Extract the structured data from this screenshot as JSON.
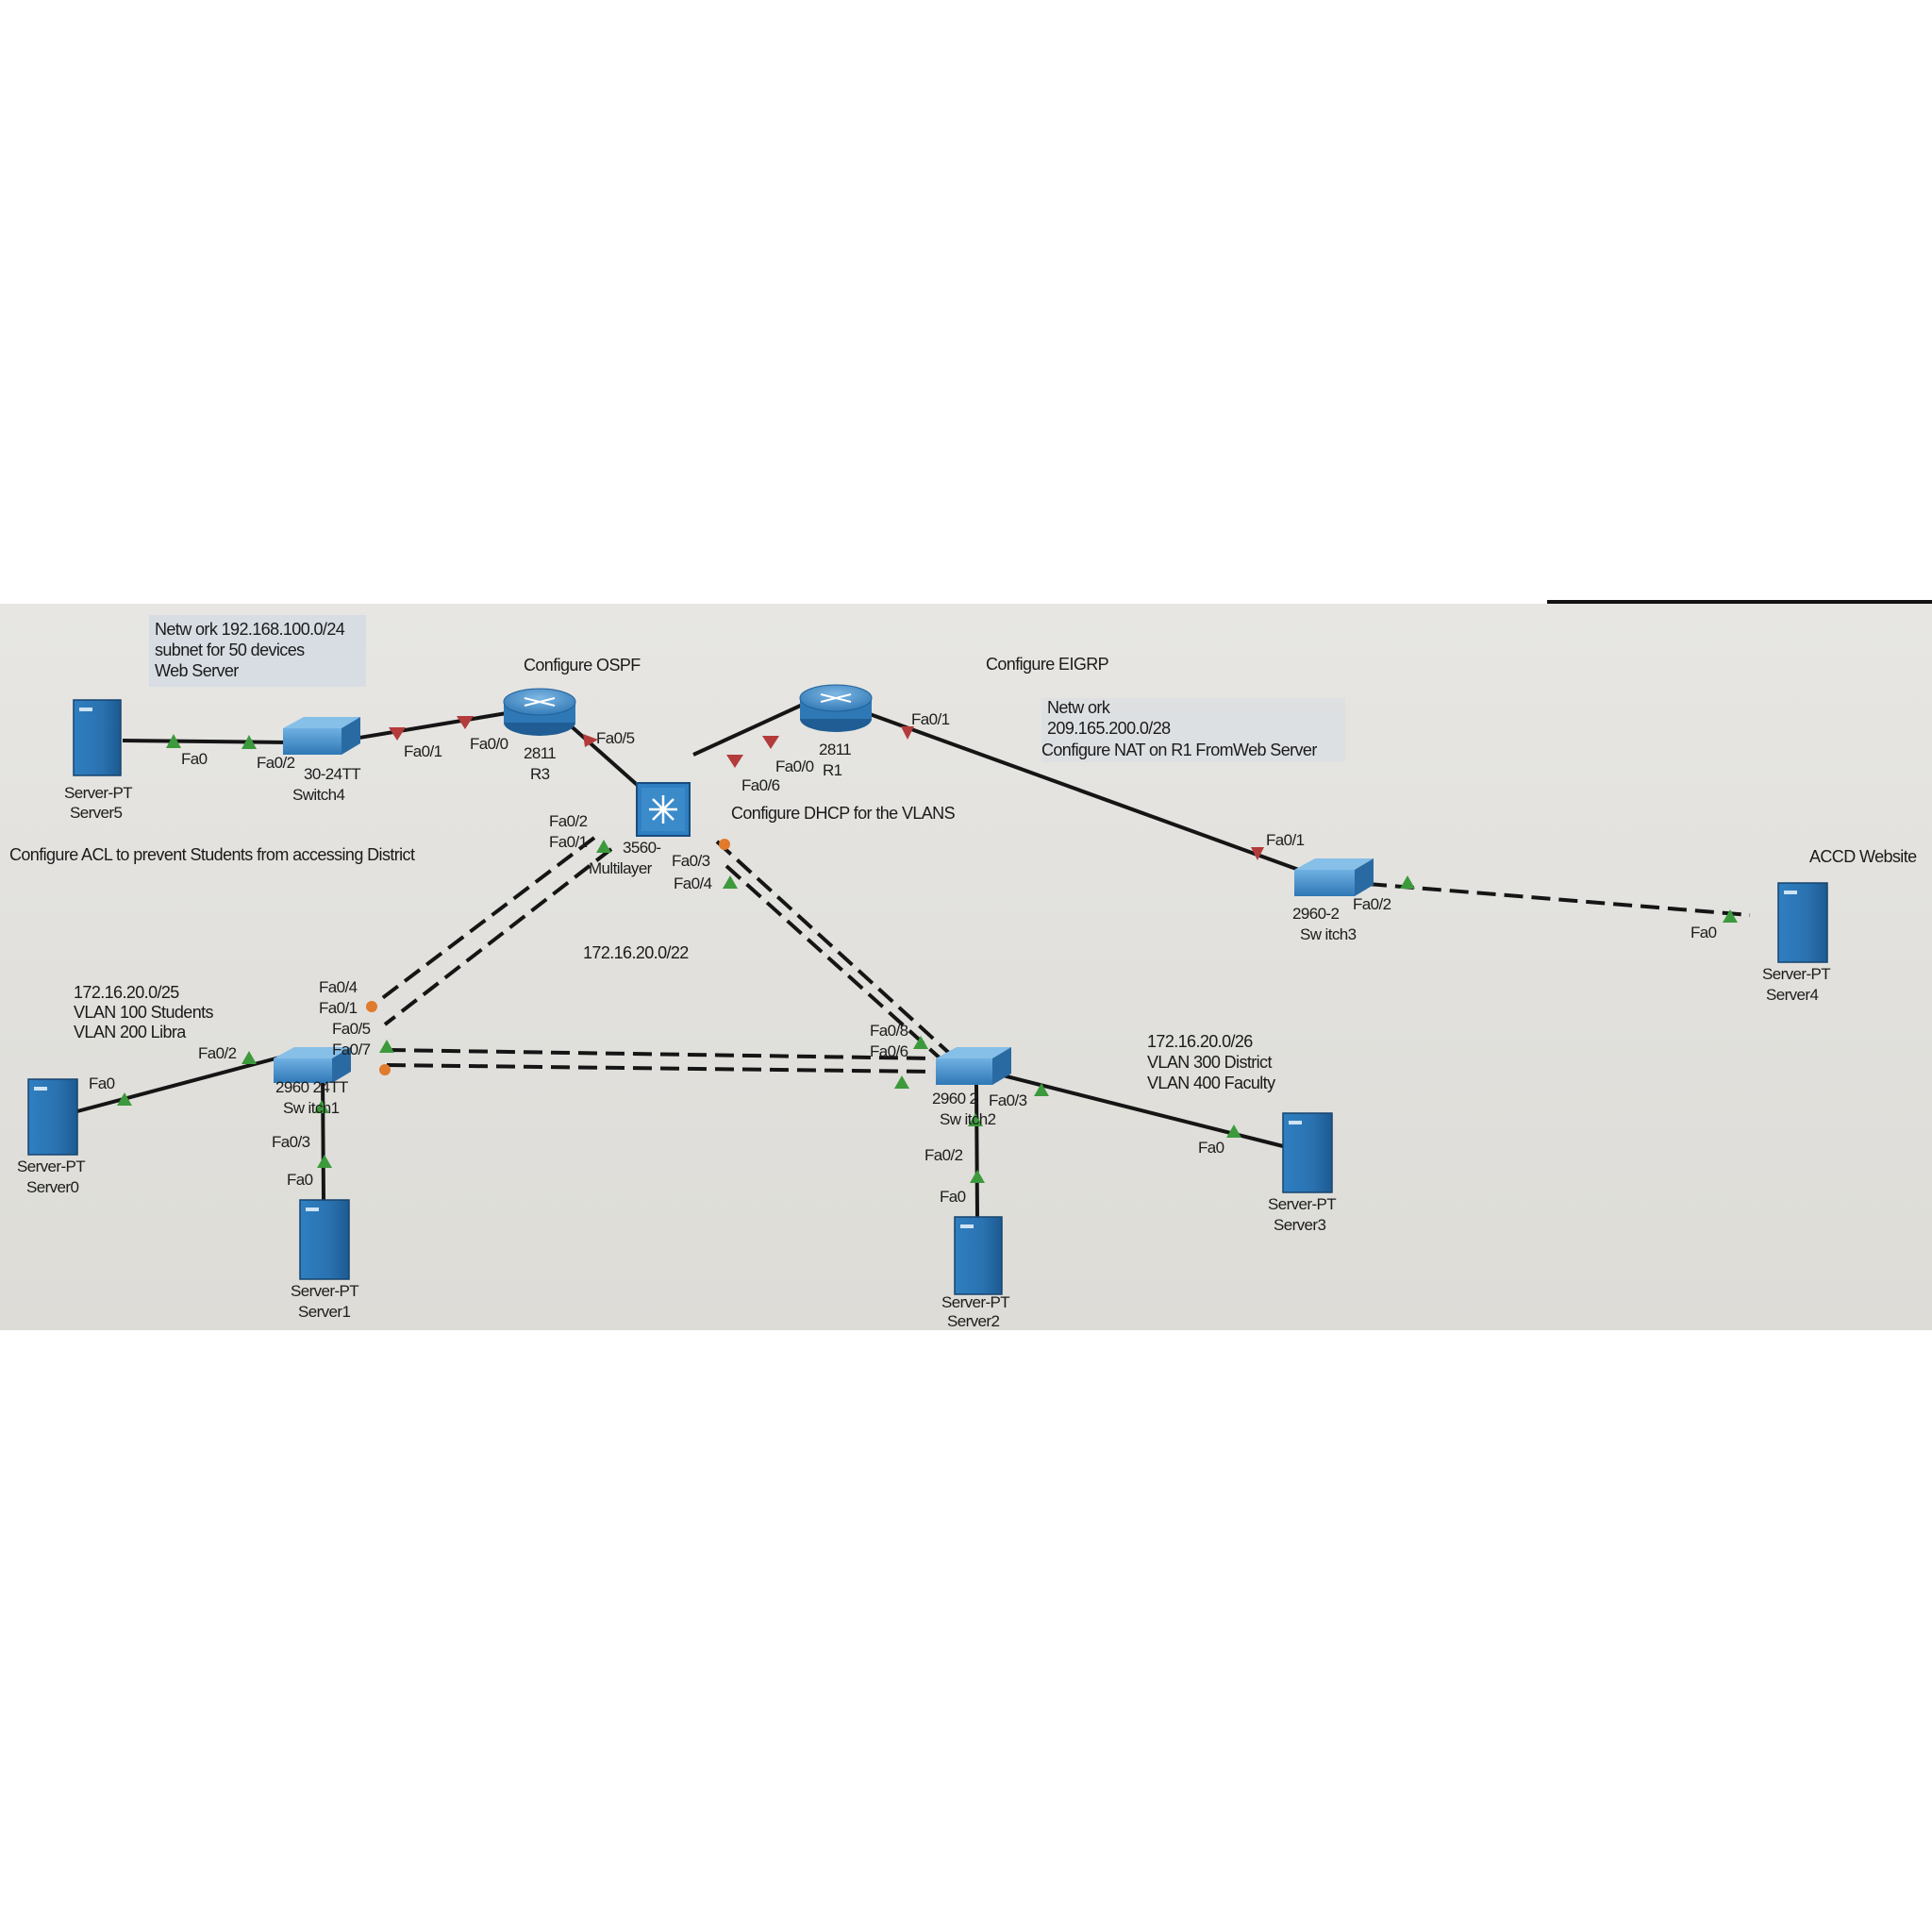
{
  "notes": {
    "network_box": [
      "Netw ork 192.168.100.0/24",
      "subnet for 50 devices",
      "Web Server"
    ],
    "ospf": "Configure OSPF",
    "eigrp": "Configure EIGRP",
    "nat_network": [
      "Netw ork",
      "209.165.200.0/28",
      "Configure NAT on R1 FromWeb Server"
    ],
    "dhcp": "Configure DHCP for the VLANS",
    "acl": "Configure ACL to prevent Students from accessing District",
    "core_net": "172.16.20.0/22",
    "left_vlans": [
      "172.16.20.0/25",
      "VLAN 100 Students",
      "VLAN 200 Libra"
    ],
    "right_vlans": [
      "172.16.20.0/26",
      "VLAN 300 District",
      "VLAN 400 Faculty"
    ],
    "accd": "ACCD Website"
  },
  "devices": {
    "server5": [
      "Server-PT",
      "Server5"
    ],
    "switch4": [
      "30-24TT",
      "Switch4"
    ],
    "r3": [
      "2811",
      "R3"
    ],
    "r1": [
      "2811",
      "R1"
    ],
    "multilayer": [
      "3560-",
      "Multilayer"
    ],
    "switch3": [
      "2960-2",
      "Sw itch3"
    ],
    "server4": [
      "Server-PT",
      "Server4"
    ],
    "switch1": [
      "2960 24TT",
      "Sw itch1"
    ],
    "server0": [
      "Server-PT",
      "Server0"
    ],
    "server1": [
      "Server-PT",
      "Server1"
    ],
    "switch2": [
      "2960 2",
      "Sw itch2"
    ],
    "server2": [
      "Server-PT",
      "Server2"
    ],
    "server3": [
      "Server-PT",
      "Server3"
    ]
  },
  "ports": {
    "s5_fa0": "Fa0",
    "sw4_fa02": "Fa0/2",
    "sw4_fa01": "Fa0/1",
    "r3_fa00": "Fa0/0",
    "r3_fa05": "Fa0/5",
    "ml_fa06": "Fa0/6",
    "r1_fa00": "Fa0/0",
    "r1_fa01": "Fa0/1",
    "sw3_fa01": "Fa0/1",
    "sw3_fa02": "Fa0/2",
    "s4_fa0": "Fa0",
    "ml_fa02": "Fa0/2",
    "ml_fa01": "Fa0/1",
    "ml_fa03": "Fa0/3",
    "ml_fa04": "Fa0/4",
    "sw1_fa04": "Fa0/4",
    "sw1_fa01": "Fa0/1",
    "sw1_fa05": "Fa0/5",
    "sw1_fa07": "Fa0/7",
    "sw1_fa02": "Fa0/2",
    "s0_fa0": "Fa0",
    "sw1_fa03": "Fa0/3",
    "s1_fa0": "Fa0",
    "sw2_fa08": "Fa0/8",
    "sw2_fa06": "Fa0/6",
    "sw2_fa03": "Fa0/3",
    "sw2_fa02": "Fa0/2",
    "s2_fa0": "Fa0",
    "s3_fa0": "Fa0"
  }
}
